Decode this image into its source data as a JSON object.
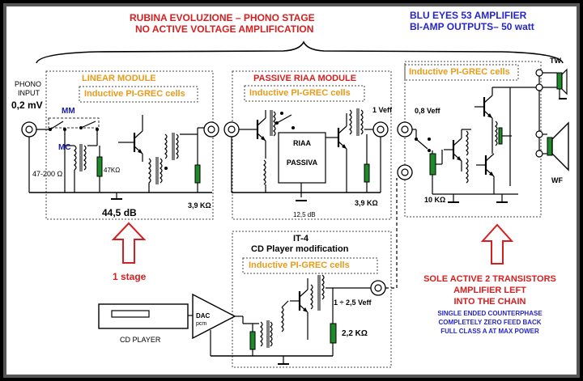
{
  "header": {
    "title_line1": "RUBINA EVOLUZIONE – PHONO STAGE",
    "title_line2": "NO ACTIVE VOLTAGE AMPLIFICATION",
    "amp_line1": "BLU EYES 53 AMPLIFIER",
    "amp_line2": "BI-AMP OUTPUTS– 50 watt"
  },
  "phono_input": {
    "label_line1": "PHONO",
    "label_line2": "INPUT",
    "level": "0,2 mV"
  },
  "linear_module": {
    "title": "LINEAR MODULE",
    "cells": "Inductive PI-GREC cells",
    "mm": "MM",
    "mc": "MC",
    "impedance": "47-200 Ω",
    "resistor": "47KΩ",
    "out_resistor": "3,9 KΩ",
    "gain": "44,5 dB",
    "stage_note": "1 stage"
  },
  "riaa_module": {
    "title": "PASSIVE RIAA MODULE",
    "cells": "Inductive PI-GREC cells",
    "riaa_line1": "RIAA",
    "riaa_line2": "PASSIVA",
    "output": "1 Veff",
    "out_resistor": "3,9 KΩ",
    "loss": "12,5 dB"
  },
  "it4_module": {
    "title_line1": "IT-4",
    "title_line2": "CD Player modification",
    "cells": "Inductive PI-GREC cells",
    "output": "1 ÷ 2,5 Veff",
    "resistor": "2,2 KΩ",
    "dac_line1": "DAC",
    "dac_line2": "pcm",
    "cd_player": "CD PLAYER"
  },
  "amplifier": {
    "cells": "Inductive PI-GREC cells",
    "input": "0,8 Veff",
    "resistor": "10 KΩ",
    "tweeter": "TW",
    "woofer": "WF"
  },
  "notes": {
    "sole_line1": "SOLE ACTIVE 2 TRANSISTORS",
    "sole_line2": "AMPLIFIER LEFT",
    "sole_line3": "INTO THE CHAIN",
    "feature_1": "SINGLE ENDED COUNTERPHASE",
    "feature_2": "COMPLETELY ZERO FEED BACK",
    "feature_3": "FULL CLASS A AT MAX POWER"
  },
  "colors": {
    "frame": "#000000",
    "background": "#ffffff",
    "title_red": "#d42020",
    "module_title_orange": "#e89a18",
    "amp_blue": "#2626c8",
    "note_navy": "#1a1aa0",
    "arrow_red": "#d42020",
    "wire": "#000000",
    "resistor_fill": "#1e8a2a"
  },
  "icons": [
    "rca-jack-icon",
    "transistor-icon",
    "transformer-icon",
    "resistor-icon",
    "ground-icon",
    "switch-icon",
    "speaker-icon",
    "up-arrow-icon",
    "dac-triangle-icon",
    "cd-player-icon"
  ]
}
